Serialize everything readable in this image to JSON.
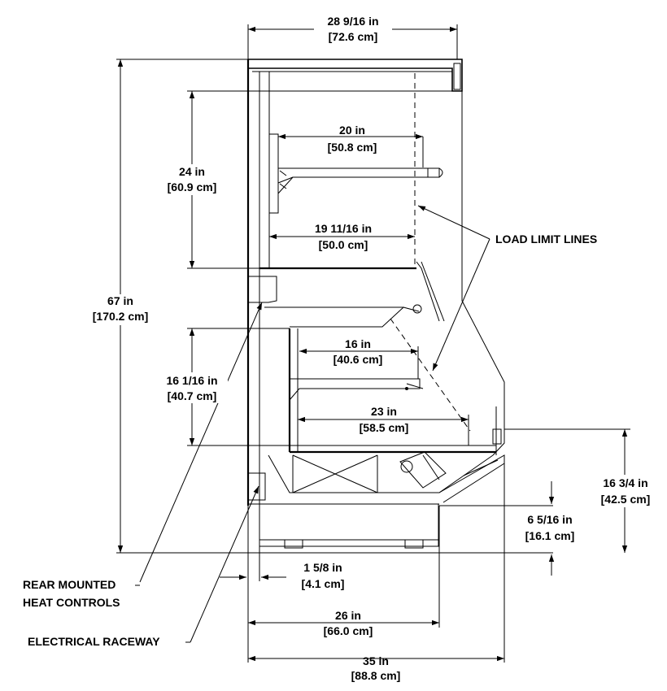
{
  "dimensions": {
    "top_width": {
      "imperial": "28 9/16 in",
      "metric": "[72.6 cm]"
    },
    "overall_height": {
      "imperial": "67 in",
      "metric": "[170.2 cm]"
    },
    "upper_shelf_clearance": {
      "imperial": "24 in",
      "metric": "[60.9 cm]"
    },
    "upper_shelf_depth": {
      "imperial": "20 in",
      "metric": "[50.8 cm]"
    },
    "upper_load_depth": {
      "imperial": "19 11/16 in",
      "metric": "[50.0 cm]"
    },
    "lower_shelf_depth": {
      "imperial": "16 in",
      "metric": "[40.6 cm]"
    },
    "lower_clearance": {
      "imperial": "16 1/16 in",
      "metric": "[40.7 cm]"
    },
    "deck_depth": {
      "imperial": "23 in",
      "metric": "[58.5 cm]"
    },
    "front_height": {
      "imperial": "16 3/4 in",
      "metric": "[42.5 cm]"
    },
    "base_height": {
      "imperial": "6 5/16 in",
      "metric": "[16.1 cm]"
    },
    "rear_offset": {
      "imperial": "1 5/8 in",
      "metric": "[4.1 cm]"
    },
    "base_depth": {
      "imperial": "26 in",
      "metric": "[66.0 cm]"
    },
    "overall_depth": {
      "imperial": "35 in",
      "metric": "[88.8 cm]"
    }
  },
  "callouts": {
    "load_limit_lines": "LOAD LIMIT LINES",
    "rear_mounted_line1": "REAR MOUNTED",
    "rear_mounted_line2": "HEAT CONTROLS",
    "electrical_raceway": "ELECTRICAL RACEWAY"
  }
}
